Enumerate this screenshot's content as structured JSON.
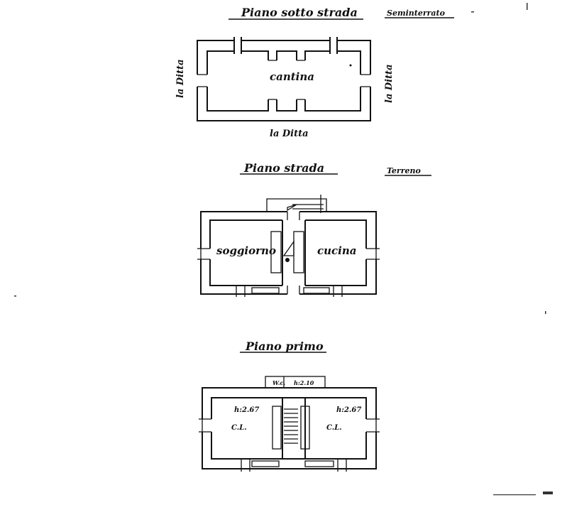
{
  "floors": {
    "basement": {
      "title": "Piano sotto strada",
      "subtitle": "Seminterrato",
      "room": "cantina",
      "neighbor_left": "la Ditta",
      "neighbor_right": "la Ditta",
      "neighbor_bottom": "la Ditta"
    },
    "ground": {
      "title": "Piano strada",
      "subtitle": "Terreno",
      "room_left": "soggiorno",
      "room_right": "cucina"
    },
    "first": {
      "title": "Piano primo",
      "wc_label": "W.c.",
      "wc_height": "h:2.10",
      "height_left": "h:2.67",
      "height_right": "h:2.67",
      "room_left": "C.L.",
      "room_right": "C.L."
    }
  }
}
